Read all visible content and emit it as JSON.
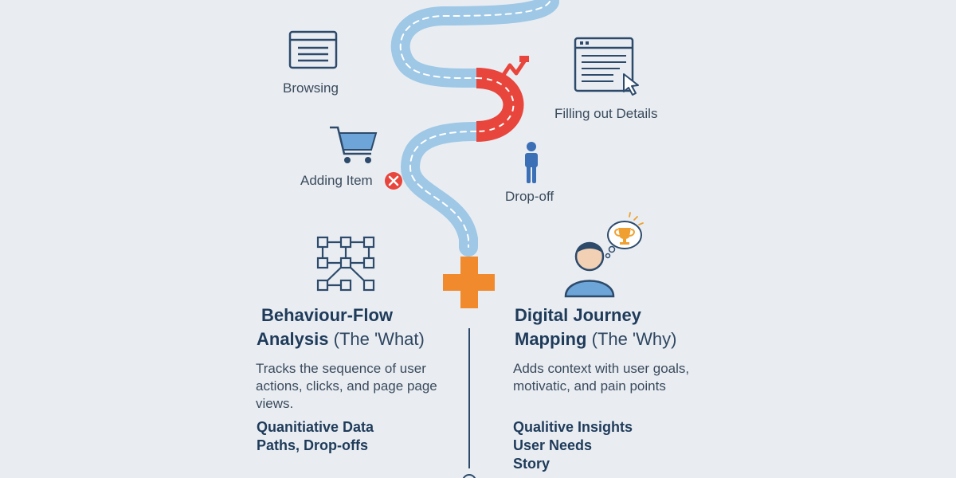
{
  "journey": {
    "stages": {
      "browsing": "Browsing",
      "adding_item": "Adding Item",
      "filling_details": "Filling out Details",
      "drop_off": "Drop-off"
    }
  },
  "left_column": {
    "title_bold_1": "Behaviour-Flow",
    "title_bold_2": "Analysis",
    "title_light": "(The 'What)",
    "description": "Tracks the sequence of user actions, clicks, and page page views.",
    "items": [
      "Quanitiative Data",
      "Paths, Drop-offs"
    ]
  },
  "right_column": {
    "title_bold_1": "Digital Journey",
    "title_bold_2": "Mapping",
    "title_light": "(The 'Why)",
    "description": "Adds context with user goals, motivatiс, and pain points",
    "items": [
      "Qualitive Insights",
      "User Needs",
      "Story"
    ]
  },
  "colors": {
    "background": "#e9edf2",
    "path_blue": "#9ec8e6",
    "path_red": "#e8453c",
    "plus_orange": "#f08a2c",
    "icon_navy": "#2d4a6b",
    "icon_blue": "#3b6fb6",
    "title_navy": "#1f3b5a"
  },
  "icons": [
    "browser-window-icon",
    "shopping-cart-icon",
    "error-x-icon",
    "form-cursor-icon",
    "person-icon",
    "flow-network-icon",
    "user-thinking-icon",
    "trophy-icon",
    "plus-icon"
  ]
}
